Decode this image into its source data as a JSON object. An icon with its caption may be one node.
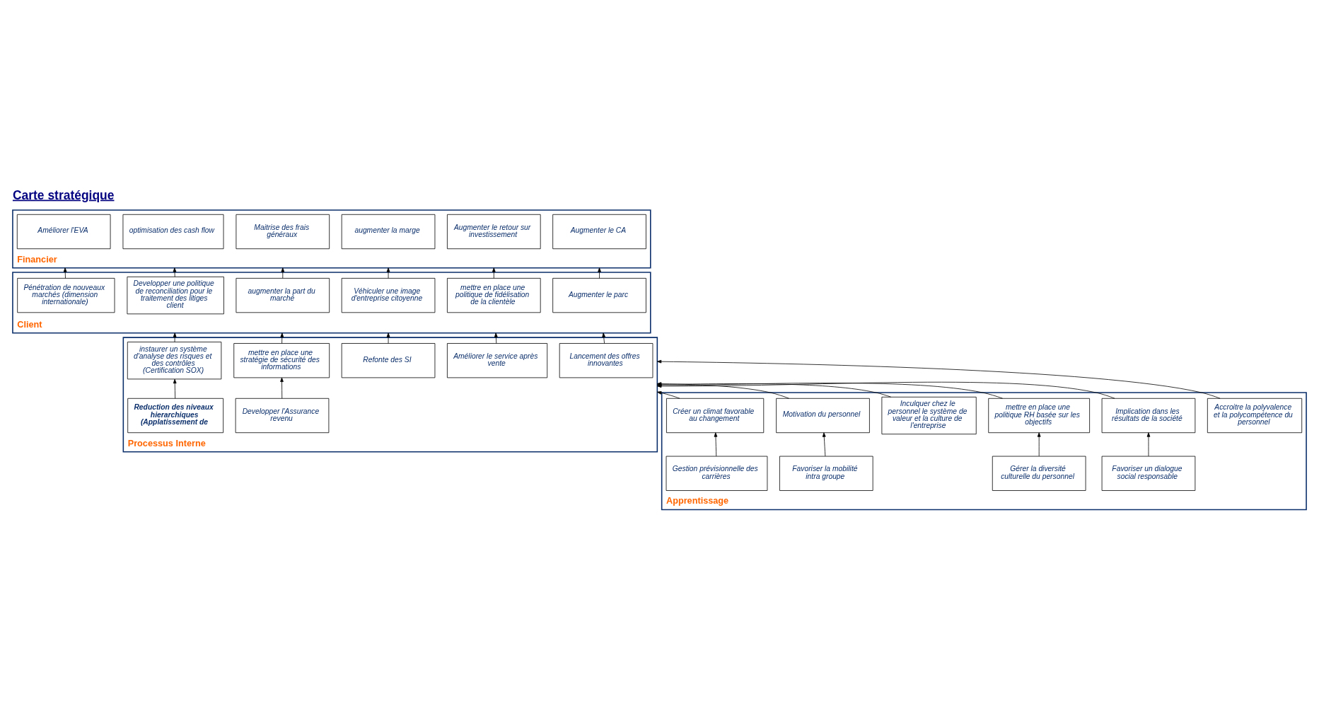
{
  "diagram": {
    "title": "Carte stratégique",
    "nodes": [
      {
        "text": [
          "Financier"
        ]
      },
      {
        "text": [
          "Augmenter le CA"
        ],
        "in": 0
      },
      {
        "text": [
          "Maitrise des frais généraux"
        ],
        "in": 0
      },
      {
        "text": [
          "optimisation des cash flow"
        ],
        "in": 0
      },
      {
        "text": [
          "Augmenter le retour sur investissement"
        ],
        "in": 0
      },
      {
        "text": [
          "augmenter la marge"
        ],
        "in": 0
      },
      {
        "text": [
          "Améliorer l'EVA"
        ],
        "in": 0
      },
      {
        "text": [
          "Client"
        ]
      },
      {
        "text": [
          "Augmenter le parc"
        ],
        "in": 7
      },
      {
        "text": [
          "augmenter la part du marché"
        ],
        "in": 7
      },
      {
        "text": [
          "Developper une politique de reconciliation pour le traitement des litiges client"
        ],
        "in": 7
      },
      {
        "text": [
          "mettre en place une politique de fidélisation de la clientèle"
        ],
        "in": 7
      },
      {
        "text": [
          "Véhiculer une image d'entreprise citoyenne"
        ],
        "in": 7
      },
      {
        "text": [
          "Pénétration de nouveaux marchés (dimension internationale)"
        ],
        "in": 7
      },
      {
        "text": [
          "Processus Interne"
        ]
      },
      {
        "text": [
          "Lancement des offres innovantes"
        ],
        "in": 14
      },
      {
        "text": [
          "mettre en place une stratégie de sécurité des informations"
        ],
        "in": 14
      },
      {
        "text": [
          "instaurer un système d'analyse des risques et des contrôles (Certification SOX)"
        ],
        "in": 14
      },
      {
        "text": [
          "Améliorer le service après vente"
        ],
        "in": 14
      },
      {
        "text": [
          "Refonte des SI"
        ],
        "in": 14
      },
      {
        "text": [
          "Developper l'Assurance revenu"
        ],
        "in": 14
      },
      {
        "text": [
          "Reduction des niveaux hierarchiques (Applatissement de"
        ],
        "in": 14
      },
      {
        "text": [
          "Apprentissage"
        ]
      },
      {
        "text": [
          "Accroitre la polyvalence et la polycompétence du personnel"
        ],
        "in": 22
      },
      {
        "text": [
          "Motivation du personnel"
        ],
        "in": 22
      },
      {
        "text": [
          "Créer un climat favorable au changement"
        ],
        "in": 22
      },
      {
        "text": [
          "Implication dans les résultats de la société"
        ],
        "in": 22
      },
      {
        "text": [
          "mettre en place une politique RH basée sur les objectifs"
        ],
        "in": 22
      },
      {
        "text": [
          "Inculquer chez le personnel le système de valeur et la culture de l'entreprise"
        ],
        "in": 22
      },
      {
        "text": [
          "Favoriser la mobilité intra groupe"
        ],
        "in": 22
      },
      {
        "text": [
          "Gestion prévisionnelle des carrières"
        ],
        "in": 22
      },
      {
        "text": [
          "Favoriser un dialogue social responsable"
        ],
        "in": 22
      },
      {
        "text": [
          "Gérer la diversité culturelle du personnel"
        ],
        "in": 22
      }
    ],
    "edges": [
      {
        "from": 8,
        "to": 0,
        "arrow": "to"
      },
      {
        "from": 9,
        "to": 0,
        "arrow": "to"
      },
      {
        "from": 10,
        "to": 0,
        "arrow": "to"
      },
      {
        "from": 11,
        "to": 0,
        "arrow": "to"
      },
      {
        "from": 12,
        "to": 0,
        "arrow": "to"
      },
      {
        "from": 13,
        "to": 0,
        "arrow": "to"
      },
      {
        "from": 15,
        "to": 7,
        "arrow": "to"
      },
      {
        "from": 16,
        "to": 7,
        "arrow": "to"
      },
      {
        "from": 17,
        "to": 7,
        "arrow": "to"
      },
      {
        "from": 18,
        "to": 7,
        "arrow": "to"
      },
      {
        "from": 19,
        "to": 7,
        "arrow": "to"
      },
      {
        "from": 20,
        "to": 16,
        "arrow": "to"
      },
      {
        "from": 21,
        "to": 17,
        "arrow": "to"
      },
      {
        "from": 23,
        "to": 14,
        "arrow": "to"
      },
      {
        "from": 24,
        "to": 14,
        "arrow": "to"
      },
      {
        "from": 25,
        "to": 14,
        "arrow": "to"
      },
      {
        "from": 26,
        "to": 14,
        "arrow": "to"
      },
      {
        "from": 27,
        "to": 14,
        "arrow": "to"
      },
      {
        "from": 28,
        "to": 14,
        "arrow": "to"
      },
      {
        "from": 29,
        "to": 24,
        "arrow": "to"
      },
      {
        "from": 30,
        "to": 25,
        "arrow": "to"
      },
      {
        "from": 31,
        "to": 26,
        "arrow": "to"
      },
      {
        "from": 32,
        "to": 27,
        "arrow": "to"
      }
    ]
  }
}
